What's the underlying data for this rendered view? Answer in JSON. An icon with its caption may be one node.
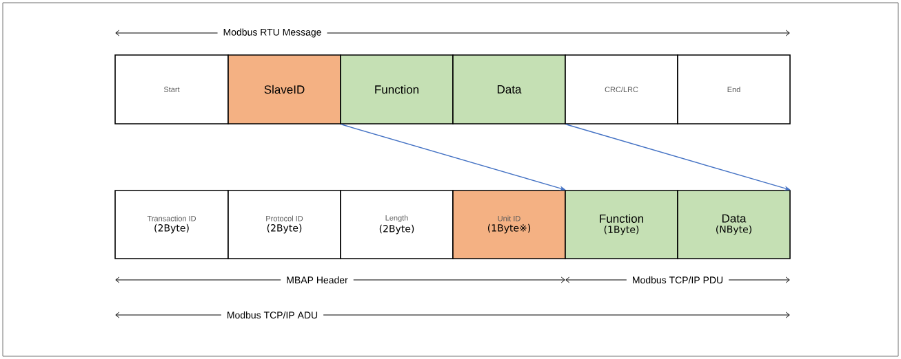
{
  "diagram": {
    "nodes": [
      {
        "text": [
          "Start"
        ]
      },
      {
        "text": [
          "SlaveID"
        ]
      },
      {
        "text": [
          "Function"
        ]
      },
      {
        "text": [
          "Data"
        ]
      },
      {
        "text": [
          "CRC/LRC"
        ]
      },
      {
        "text": [
          "End"
        ]
      },
      {
        "text": [
          "Transaction ID",
          "(2Byte)"
        ]
      },
      {
        "text": [
          "Protocol ID",
          "(2Byte)"
        ]
      },
      {
        "text": [
          "Length",
          "(2Byte)"
        ]
      },
      {
        "text": [
          "Unit ID",
          "(1Byte※)"
        ]
      },
      {
        "text": [
          "Function",
          "(1Byte)"
        ]
      },
      {
        "text": [
          "Data",
          "(NByte)"
        ]
      }
    ],
    "edges": [
      {
        "from": 1,
        "to": 9,
        "arrow": "to"
      },
      {
        "from": 3,
        "to": 11,
        "arrow": "to"
      }
    ],
    "labels": [
      "Modbus RTU Message",
      "MBAP Header",
      "Modbus TCP/IP PDU",
      "Modbus TCP/IP ADU"
    ]
  }
}
